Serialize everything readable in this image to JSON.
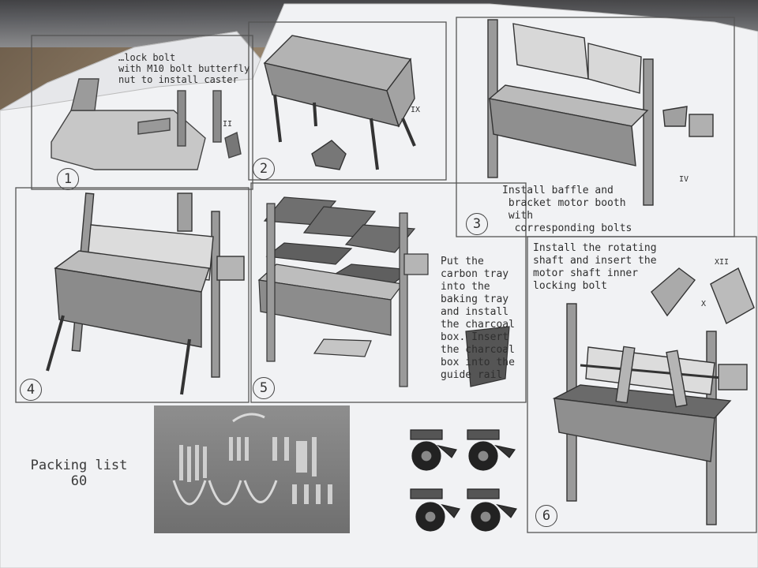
{
  "panels": [
    {
      "number": "1",
      "caption": "…lock bolt\nwith M10 bolt butterfly\nnut to install caster"
    },
    {
      "number": "2",
      "caption": ""
    },
    {
      "number": "3",
      "caption": "Install baffle and\n bracket motor booth\n with\n  corresponding bolts"
    },
    {
      "number": "4",
      "caption": ""
    },
    {
      "number": "5",
      "caption": "Put the\ncarbon tray\ninto the\nbaking tray\nand install\nthe charcoal\nbox. Insert\nthe charcoal\nbox into the\nguide rail"
    },
    {
      "number": "6",
      "caption": "Install the rotating\nshaft and insert the\nmotor shaft inner\nlocking bolt"
    }
  ],
  "packing_list": {
    "title": "Packing list",
    "count": "60"
  },
  "roman_labels": [
    "II",
    "IX",
    "IV",
    "XII",
    "X"
  ],
  "colors": {
    "paper": "#f1f2f4",
    "ink": "#2f2f2f",
    "background": "#9d8a72"
  }
}
